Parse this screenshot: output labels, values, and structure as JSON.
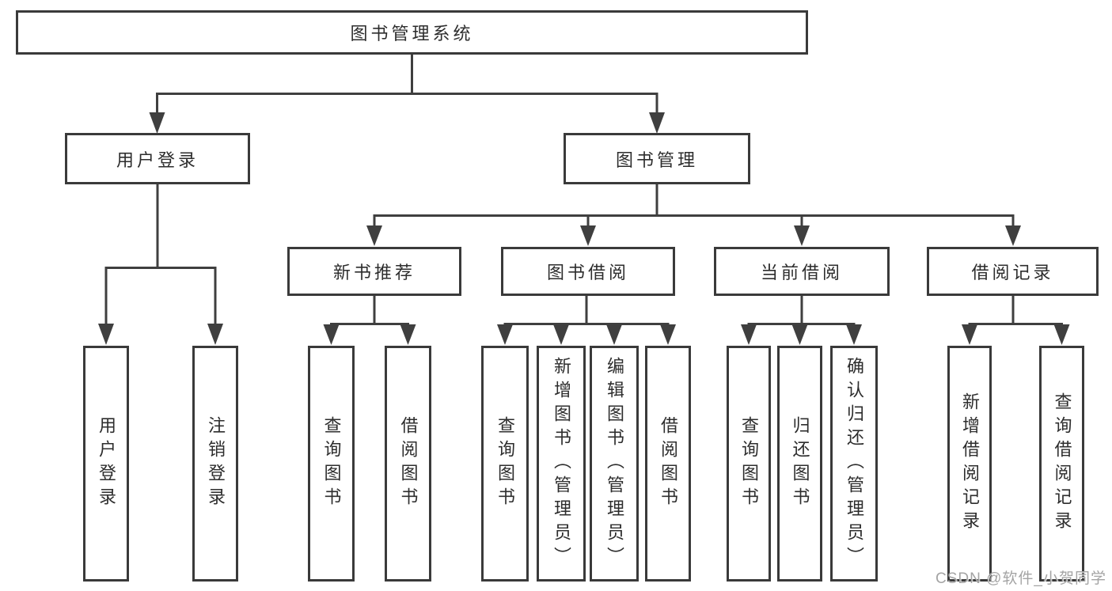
{
  "nodes": {
    "root": "图书管理系统",
    "user_login": "用户登录",
    "book_mgmt": "图书管理",
    "new_book": "新书推荐",
    "book_borrow": "图书借阅",
    "current_borrow": "当前借阅",
    "borrow_records": "借阅记录"
  },
  "leaves": {
    "user_login": [
      "用户登录",
      "注销登录"
    ],
    "new_book": [
      "查询图书",
      "借阅图书"
    ],
    "book_borrow": [
      "查询图书",
      "新增图书（管理员）",
      "编辑图书（管理员）",
      "借阅图书"
    ],
    "current_borrow": [
      "查询图书",
      "归还图书",
      "确认归还（管理员）"
    ],
    "borrow_records": [
      "新增借阅记录",
      "查询借阅记录"
    ]
  },
  "watermark": "CSDN @软件_小贺同学",
  "colors": {
    "line": "#3f3f3f",
    "box_border": "#3a3a3a",
    "text": "#2d2d2d",
    "watermark_text": "#a4a4a4",
    "background": "#ffffff"
  }
}
